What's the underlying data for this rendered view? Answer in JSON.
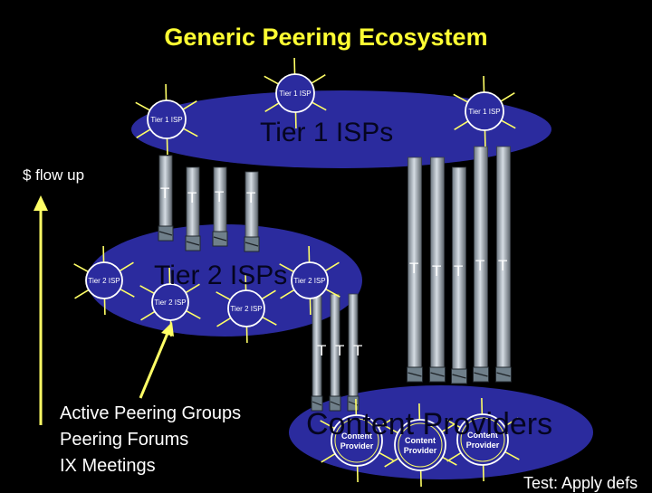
{
  "title": "Generic Peering Ecosystem",
  "clouds": {
    "tier1": "Tier 1 ISPs",
    "tier2": "Tier 2 ISPs",
    "content": "Content Providers"
  },
  "routers": {
    "tier1": "Tier 1 ISP",
    "tier2": "Tier 2 ISP",
    "content": [
      "Content",
      "Provider"
    ]
  },
  "transit_mark": "T",
  "flow_label": "$ flow up",
  "notes": [
    "Active Peering Groups",
    "Peering Forums",
    "IX Meetings"
  ],
  "footer": "Test: Apply defs",
  "colors": {
    "background": "#000000",
    "title": "#ffff33",
    "cloud": "#2b2b9e",
    "arrow": "#ffff66",
    "cable": "#a9b4bf"
  }
}
